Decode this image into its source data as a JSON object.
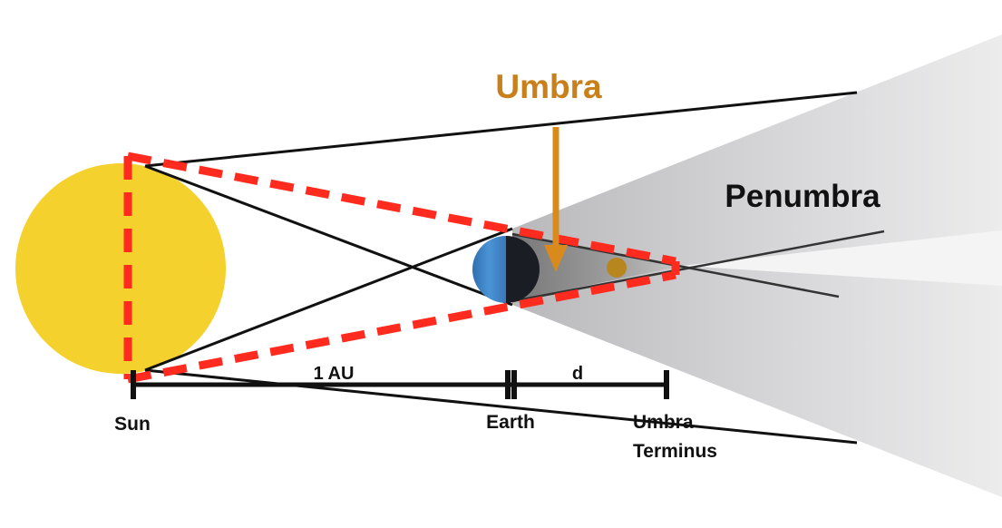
{
  "labels": {
    "umbra": "Umbra",
    "penumbra": "Penumbra",
    "distance_1au": "1 AU",
    "distance_d": "d",
    "sun": "Sun",
    "earth": "Earth",
    "umbra_terminus_line1": "Umbra",
    "umbra_terminus_line2": "Terminus"
  },
  "colors": {
    "sun": "#f4d12c",
    "earth_lit": "#3f86cc",
    "earth_dark": "#1a1d24",
    "moon": "#b8861e",
    "umbra_label": "#c97f1a",
    "arrow": "#d88a1c",
    "dashed_outline": "#ff2b1f",
    "penumbra_fill": "#d9d9da",
    "umbra_fill": "#8a8a8a",
    "lines": "#111111"
  }
}
